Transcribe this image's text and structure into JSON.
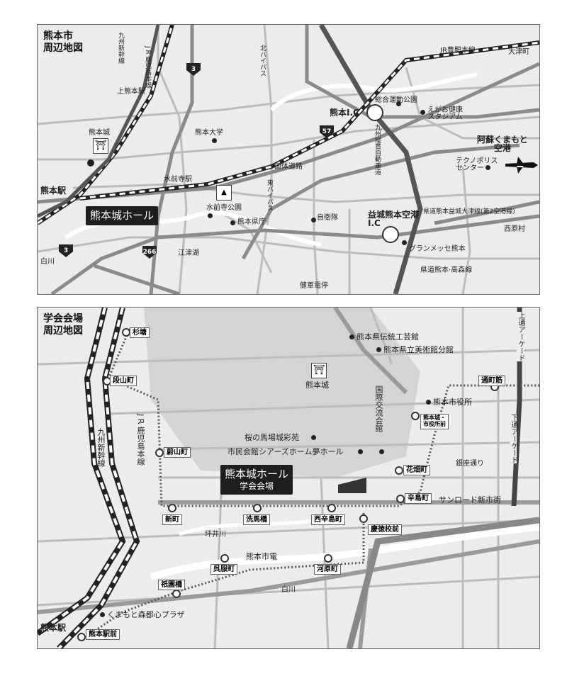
{
  "map1": {
    "title": "熊本市\n周辺地図",
    "labels": {
      "jr_kagoshima": "J R 鹿児島本線",
      "kyushu_shinkansen": "九州新幹線",
      "kami_kumamoto": "上熊本駅",
      "kita_bypass": "北バイパス",
      "jr_hohi": "JR豊肥本線",
      "ozu": "大津町",
      "sogo_undo": "総合運動公園",
      "egao": "えがお健康\nスタジアム",
      "kumamoto_ic": "熊本I.C",
      "kyushu_expressway": "九州縦貫自動車道",
      "kumamoto_univ": "熊本大学",
      "kumamoto_castle": "熊本城",
      "aso_airport": "阿蘇くまもと\n空港",
      "technopolis": "テクノポリス\nセンター",
      "kokutai": "国体道路",
      "higashi_bypass": "東バイパス",
      "suizenji": "水前寺駅",
      "suizenji_park": "水前寺公園",
      "kumamoto_station": "熊本駅",
      "jieitai": "自衛隊",
      "kenchou": "熊本県庁",
      "mashiki_ic": "益城熊本空港\nI.C",
      "kenmichi_ozu": "県道熊本益城大津線(第2空港線)",
      "nishihara": "西原村",
      "ezuko": "江津湖",
      "shirakawa": "白川",
      "grandmesse": "グランメッセ熊本",
      "kenmichi_takamori": "県道熊本·高森線",
      "kengun": "健軍電停"
    },
    "hall_label": "熊本城ホール",
    "route_numbers": [
      "3",
      "57",
      "3",
      "266"
    ]
  },
  "map2": {
    "title": "学会会場\n周辺地図",
    "labels": {
      "kamitori": "上通アーケード",
      "shimotori": "下通アーケード",
      "dentou_kougei": "熊本県伝統工芸館",
      "bijutsukan": "熊本県立美術館分館",
      "castle": "熊本城",
      "kokusai": "国際交流会館",
      "shiyakusho": "熊本市役所",
      "sakura": "桜の馬場城彩苑",
      "shimin_kaikan": "市民会館シアーズホーム夢ホール",
      "ginza": "銀座通り",
      "sunroad": "サンロード新市街",
      "jr_kagoshima": "J R 鹿児島本線",
      "kyushu_shinkansen": "九州新幹線",
      "tsuboigawa": "坪井川",
      "tram": "熊本市電",
      "shirakawa": "白川",
      "sakura_machi": "くまもと森都心プラザ"
    },
    "stations": {
      "sugido": "杉塘",
      "danyama": "段山町",
      "hokoyama": "蔚山町",
      "shinmachi": "新町",
      "senbabashi": "洗馬橋",
      "nishi_karashima": "西辛島町",
      "tori_cho": "通町筋",
      "shiyakusho_mae": "熊本城・\n市役所前",
      "hanabatake": "花畑町",
      "karashima": "辛島町",
      "keitoku": "慶徳校前",
      "gofukumachi": "呉服町",
      "kawaramachi": "河原町",
      "gion": "祇園橋",
      "kumamoto_st": "熊本駅",
      "kumamoto_st_mae": "熊本駅前"
    },
    "hall_label": "熊本城ホール",
    "hall_sub": "学会会場"
  }
}
